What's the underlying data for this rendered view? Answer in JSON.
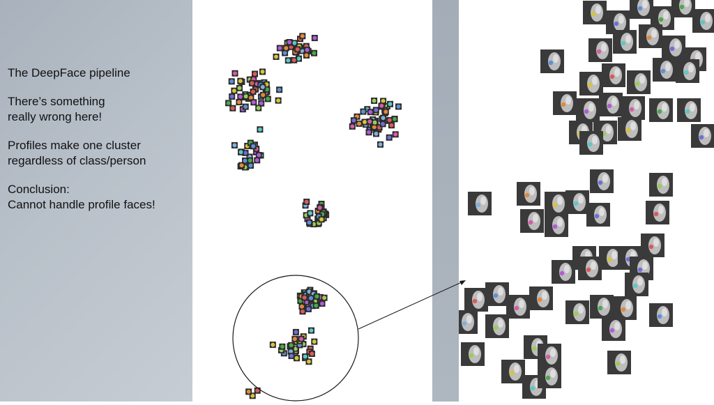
{
  "slide": {
    "lines": [
      "The DeepFace pipeline",
      "There’s something\nreally wrong here!",
      "Profiles make one cluster\nregardless of class/person",
      "Conclusion:\nCannot handle profile faces!"
    ]
  },
  "colors": {
    "left_panel": "#b3bbc4",
    "separator": "#a9b1bb",
    "marker_frame": "#2b2b2b",
    "point_palette": [
      "#6f6fd6",
      "#5cc7c7",
      "#4aa84a",
      "#d6c43c",
      "#d65c5c",
      "#b05cd6",
      "#7fb0e0",
      "#e08a3c",
      "#5f8fd6",
      "#d65ca8",
      "#9acd5a"
    ]
  },
  "icons": {
    "callout": "circle-with-arrow",
    "face_thumbnail": "grayscale-face-photo"
  }
}
